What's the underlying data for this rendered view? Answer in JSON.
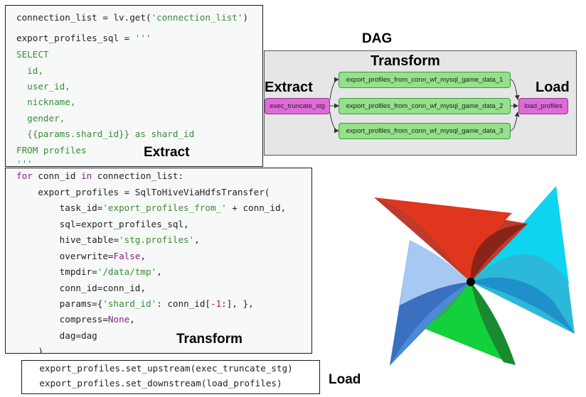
{
  "labels": {
    "dag_title": "DAG",
    "transform_dag": "Transform",
    "extract_dag": "Extract",
    "load_dag": "Load",
    "extract_code": "Extract",
    "transform_code": "Transform",
    "load_code": "Load"
  },
  "dag": {
    "extract_node": "exec_truncate_stg",
    "transform_nodes": [
      "export_profiles_from_conn_wf_mysql_game_data_1",
      "export_profiles_from_conn_wf_mysql_game_data_2",
      "export_profiles_from_conn_wf_mysql_game_data_3"
    ],
    "load_node": "load_profiles"
  },
  "code": {
    "extract": {
      "l1_a": "connection_list = lv.get(",
      "l1_str": "'connection_list'",
      "l1_b": ")",
      "l2_a": "export_profiles_sql = ",
      "l2_str": "'''",
      "sql_select": "SELECT",
      "sql_id": "  id,",
      "sql_user": "  user_id,",
      "sql_nick": "  nickname,",
      "sql_gender": "  gender,",
      "sql_shard": "  {{params.shard_id}} as shard_id",
      "sql_from": "FROM profiles",
      "sql_end": "'''"
    },
    "transform": {
      "for_kw": "for",
      "for_a": " conn_id ",
      "in_kw": "in",
      "for_b": " connection_list:",
      "assign": "    export_profiles = SqlToHiveViaHdfsTransfer(",
      "task_a": "        task_id=",
      "task_str": "'export_profiles_from_'",
      "task_b": " + conn_id,",
      "sql_line": "        sql=export_profiles_sql,",
      "hive_a": "        hive_table=",
      "hive_str": "'stg.profiles'",
      "hive_b": ",",
      "over_a": "        overwrite=",
      "over_kw": "False",
      "over_b": ",",
      "tmp_a": "        tmpdir=",
      "tmp_str": "'/data/tmp'",
      "tmp_b": ",",
      "conn_line": "        conn_id=conn_id,",
      "params_a": "        params={",
      "params_str": "'shard_id'",
      "params_b": ": conn_id[",
      "params_num": "-1",
      "params_c": ":], },",
      "comp_a": "        compress=",
      "comp_kw": "None",
      "comp_b": ",",
      "dag_line": "        dag=dag",
      "close": "    )"
    },
    "load": {
      "l1": "    export_profiles.set_upstream(exec_truncate_stg)",
      "l2": "    export_profiles.set_downstream(load_profiles)"
    }
  },
  "colors": {
    "keyword": "#8a1f8a",
    "string": "#3a8a3a",
    "number": "#b02020",
    "node_green": "#95e08a",
    "node_pink": "#e06ad8"
  }
}
